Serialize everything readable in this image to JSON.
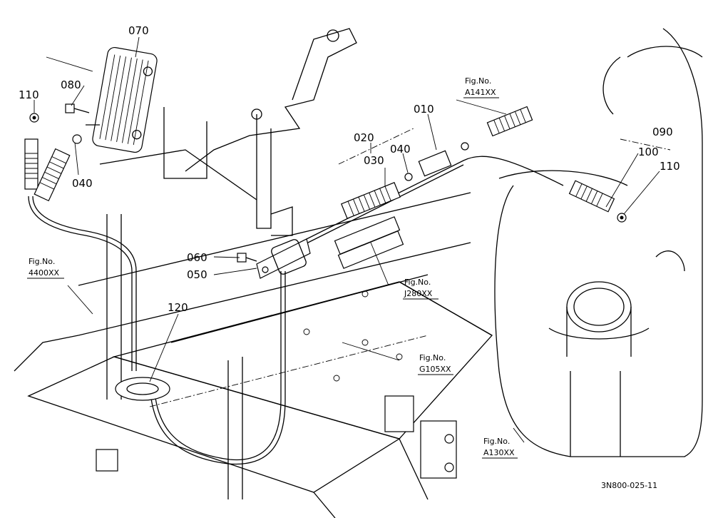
{
  "diagram_id": "3N800-025-11",
  "part_labels": {
    "p070": "070",
    "p080": "080",
    "p110_left": "110",
    "p040_left": "040",
    "p010": "010",
    "p020": "020",
    "p030": "030",
    "p040_mid": "040",
    "p060": "060",
    "p050": "050",
    "p120": "120",
    "p090": "090",
    "p100": "100",
    "p110_right": "110"
  },
  "fig_refs": {
    "a141": {
      "line1": "Fig.No.",
      "line2": "A141XX"
    },
    "f4400": {
      "line1": "Fig.No.",
      "line2": "4400XX"
    },
    "j280": {
      "line1": "Fig.No.",
      "line2": "J280XX"
    },
    "g105": {
      "line1": "Fig.No.",
      "line2": "G105XX"
    },
    "a130": {
      "line1": "Fig.No.",
      "line2": "A130XX"
    }
  }
}
